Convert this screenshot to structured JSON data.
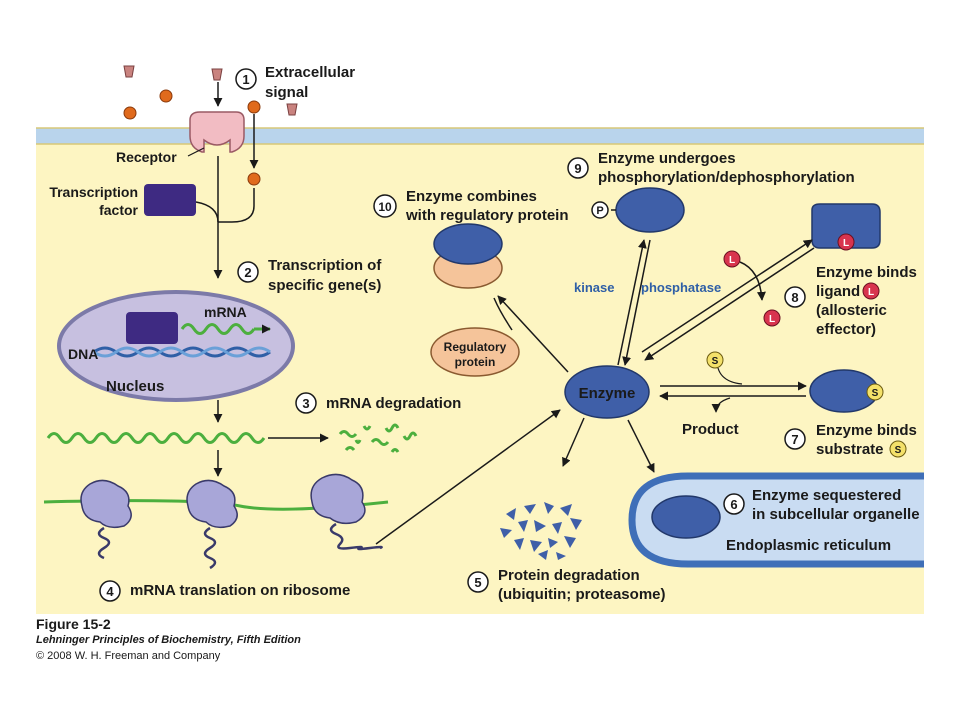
{
  "steps": {
    "s1": {
      "num": "1",
      "line1": "Extracellular",
      "line2": "signal"
    },
    "s2": {
      "num": "2",
      "line1": "Transcription of",
      "line2": "specific gene(s)"
    },
    "s3": {
      "num": "3",
      "text": "mRNA degradation"
    },
    "s4": {
      "num": "4",
      "text": "mRNA translation on ribosome"
    },
    "s5": {
      "num": "5",
      "line1": "Protein degradation",
      "line2": "(ubiquitin; proteasome)"
    },
    "s6": {
      "num": "6",
      "line1": "Enzyme sequestered",
      "line2": "in subcellular organelle"
    },
    "s7": {
      "num": "7",
      "line1": "Enzyme binds",
      "line2": "substrate"
    },
    "s8": {
      "num": "8",
      "line1": "Enzyme binds",
      "line2": "ligand",
      "line3": "(allosteric",
      "line4": "effector)"
    },
    "s9": {
      "num": "9",
      "line1": "Enzyme undergoes",
      "line2": "phosphorylation/dephosphorylation"
    },
    "s10": {
      "num": "10",
      "line1": "Enzyme combines",
      "line2": "with regulatory protein"
    }
  },
  "labels": {
    "receptor": "Receptor",
    "tf_line1": "Transcription",
    "tf_line2": "factor",
    "mrna": "mRNA",
    "dna": "DNA",
    "nucleus": "Nucleus",
    "enzyme": "Enzyme",
    "kinase": "kinase",
    "phosphatase": "phosphatase",
    "product": "Product",
    "reg_line1": "Regulatory",
    "reg_line2": "protein",
    "er": "Endoplasmic reticulum",
    "p_tag": "P",
    "l_tag": "L",
    "s_tag": "S"
  },
  "caption": {
    "figure": "Figure 15-2",
    "book": "Lehninger Principles of Biochemistry, Fifth Edition",
    "copyright": "© 2008 W. H. Freeman and Company"
  },
  "colors": {
    "cytoplasm": "#fdf5c2",
    "membrane": "#b9d4ec",
    "enzyme": "#3f5fa8",
    "nucleus": "#c7c0e0",
    "transcription_factor": "#3e2a82",
    "mrna": "#4caf3e",
    "signal_ball": "#e06a1c",
    "receptor": "#f2bcc3",
    "regulatory_protein": "#f5c49a",
    "ligand": "#d8344e",
    "substrate": "#f4e16a",
    "er_lumen": "#c9dcf2"
  }
}
